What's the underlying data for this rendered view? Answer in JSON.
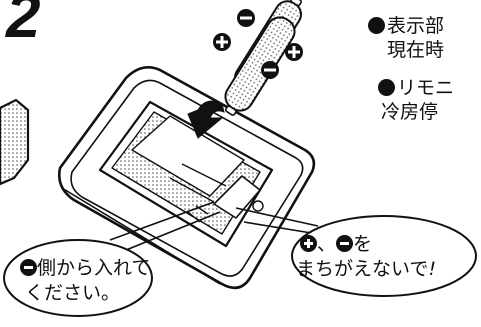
{
  "step_number": "2",
  "notes": [
    {
      "line1": "表示部",
      "line2": "現在時"
    },
    {
      "line1": "リモニ",
      "line2": "冷房停"
    }
  ],
  "callout_left": {
    "line1_suffix": "側から入れて",
    "line2": "ください。"
  },
  "callout_right": {
    "separator": "、",
    "line1_suffix": "を",
    "line2": "まちがえないで",
    "exclaim": "!"
  }
}
